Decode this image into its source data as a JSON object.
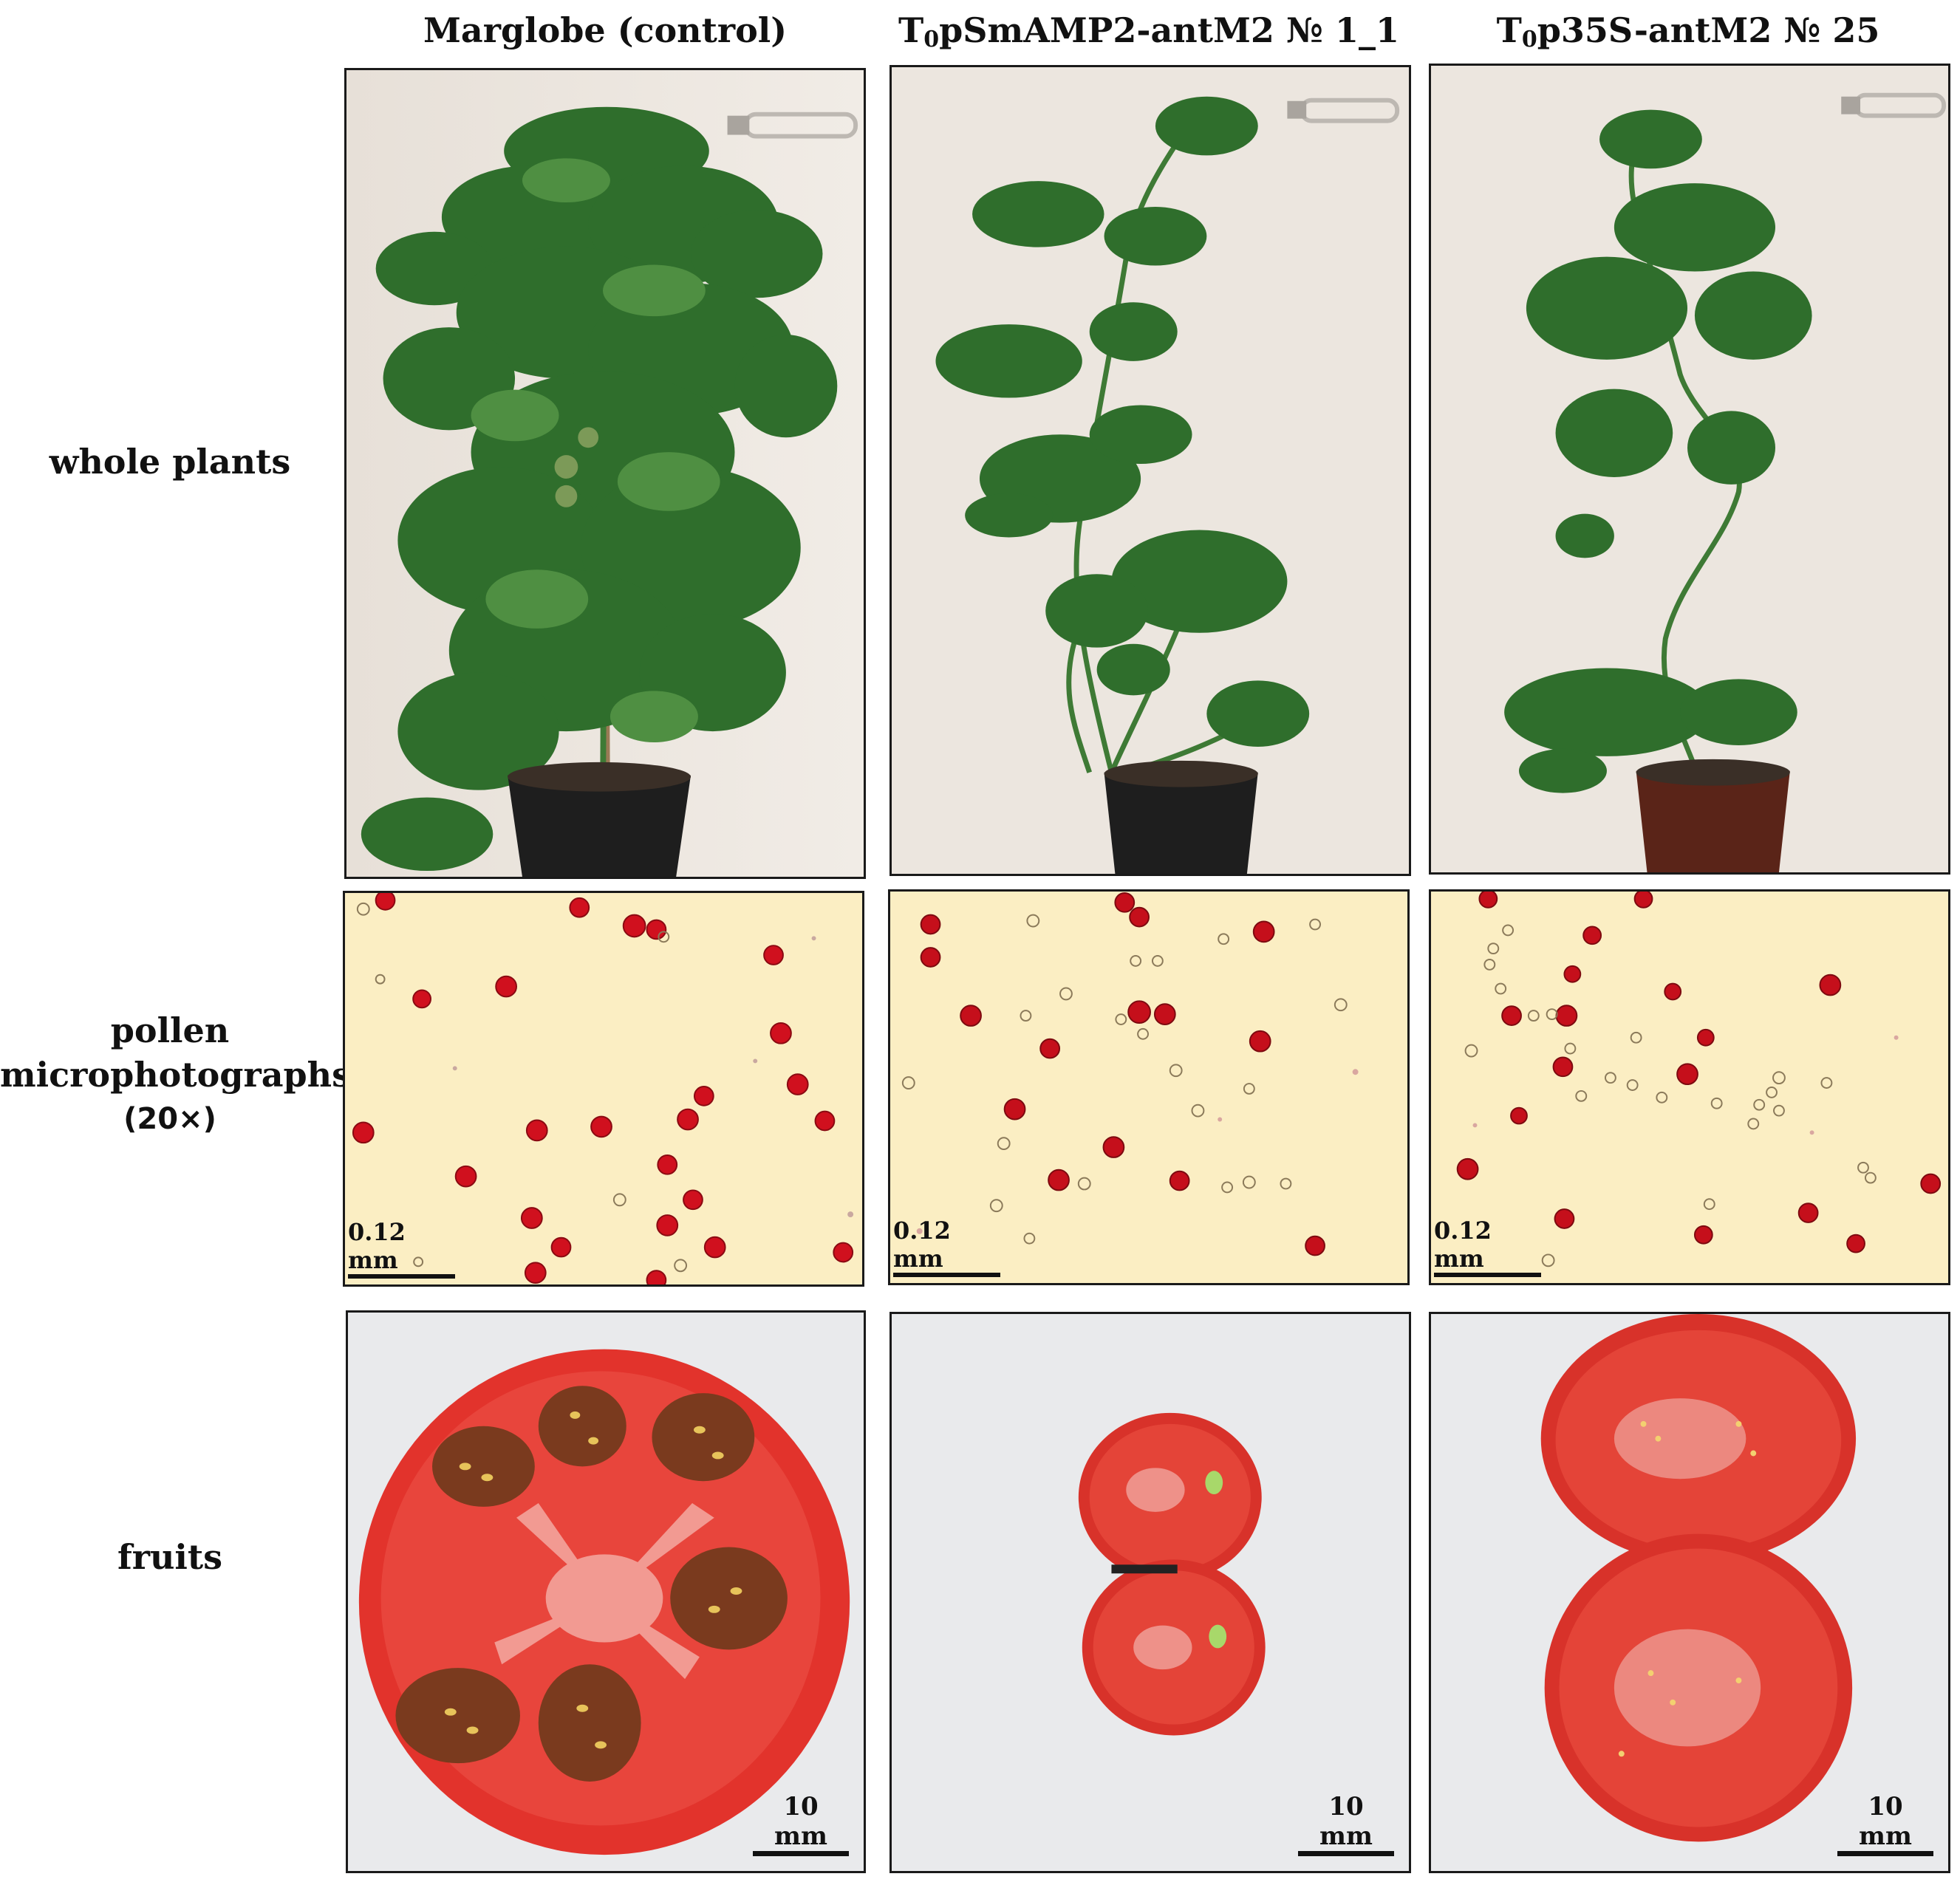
{
  "columns": [
    {
      "id": "control",
      "label": "Marglobe (control)"
    },
    {
      "id": "smamp",
      "label_prefix": "T",
      "label_sub": "0",
      "label_rest": "pSmAMP2-antM2 № 1_1"
    },
    {
      "id": "p35s",
      "label_prefix": "T",
      "label_sub": "0",
      "label_rest": "p35S-antM2 № 25"
    }
  ],
  "rows": {
    "plants": {
      "label": "whole plants"
    },
    "pollen": {
      "label_line1": "pollen",
      "label_line2": "microphotographs",
      "label_line3": "(20×)"
    },
    "fruits": {
      "label": "fruits"
    }
  },
  "scale_bars": {
    "pollen": "0.12 mm",
    "fruit": "10 mm"
  },
  "colors": {
    "wall": "#ece6df",
    "leaf": "#2f6e2c",
    "pollen_bg": "#fbeec3",
    "pollen_red": "#d0101e",
    "fruit_red": "#e2332c",
    "fruit_bg": "#e9eaec"
  }
}
